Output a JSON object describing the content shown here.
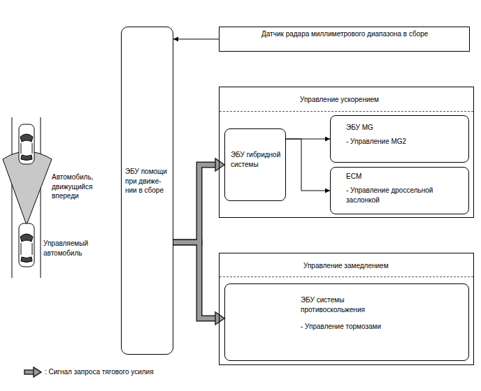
{
  "diagram": {
    "nodes": [
      {
        "text": [
          "ЭБУ помощи при движе- нии в сборе"
        ]
      },
      {
        "text": [
          "Датчик радара миллиметрового диапазона в сборе"
        ]
      },
      {
        "text": [
          "Управление ускорением"
        ]
      },
      {
        "text": [
          "ЭБУ гибридной системы"
        ],
        "in": 2
      },
      {
        "text": [
          "ЭБУ MG",
          "- Управление MG2"
        ],
        "in": 2
      },
      {
        "text": [
          "ECM",
          "- Управление дроссельной заслонкой"
        ],
        "in": 2
      },
      {
        "text": [
          "Управление замедлением"
        ]
      },
      {
        "text": [
          "ЭБУ системы противоскольжения",
          "- Управление тормозами"
        ],
        "in": 6
      }
    ],
    "edges": [
      {
        "from": 1,
        "to": 0,
        "arrow": "to"
      },
      {
        "from": 3,
        "to": 4,
        "arrow": "to"
      },
      {
        "from": 3,
        "to": 5,
        "arrow": "to"
      },
      {
        "from": 0,
        "to": 3,
        "arrow": "to"
      },
      {
        "from": 0,
        "to": 7,
        "arrow": "to"
      }
    ],
    "labels": [
      "Автомобиль, движущийся впереди",
      "Управляемый автомобиль"
    ],
    "legend": [
      {
        "text": ": Сигнал запроса тягового усилия"
      }
    ]
  }
}
